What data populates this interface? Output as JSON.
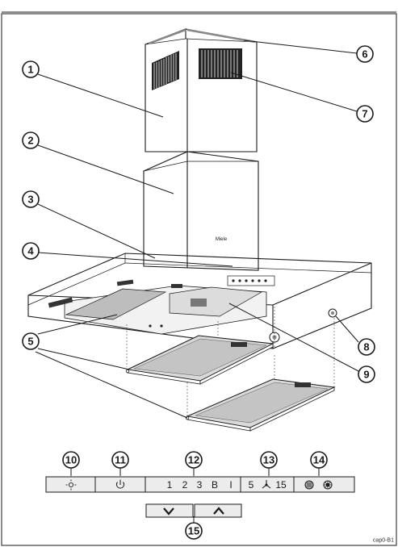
{
  "callouts": {
    "c1": "1",
    "c2": "2",
    "c3": "3",
    "c4": "4",
    "c5": "5",
    "c6": "6",
    "c7": "7",
    "c8": "8",
    "c9": "9",
    "c10": "10",
    "c11": "11",
    "c12": "12",
    "c13": "13",
    "c14": "14",
    "c15": "15"
  },
  "brand_label": "Miele",
  "control_panel": {
    "light_icon": "light-icon",
    "power_icon": "power-icon",
    "fan_levels": [
      "1",
      "2",
      "3",
      "B",
      "I"
    ],
    "timer_labels": [
      "5",
      "15"
    ],
    "timer_icon": "fan-icon",
    "filter_icons": [
      "grease-filter-icon",
      "odour-filter-icon"
    ],
    "down_icon": "chevron-down-icon",
    "up_icon": "chevron-up-icon"
  },
  "image_code": "cap0-B1"
}
